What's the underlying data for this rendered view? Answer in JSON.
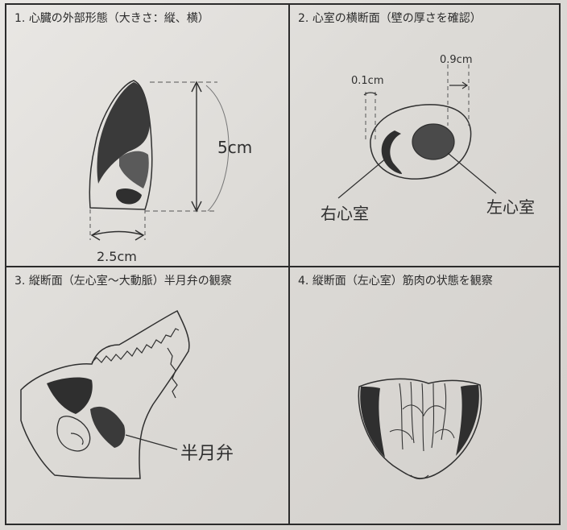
{
  "panels": [
    {
      "number": "1.",
      "title": "心臓の外部形態（大きさ：縦、横）",
      "annotations": {
        "height": "5cm",
        "width": "2.5cm"
      }
    },
    {
      "number": "2.",
      "title": "心室の横断面（壁の厚さを確認）",
      "annotations": {
        "thin_wall": "0.1cm",
        "thick_wall": "0.9cm",
        "right_ventricle": "右心室",
        "left_ventricle": "左心室"
      }
    },
    {
      "number": "3.",
      "title": "縦断面（左心室〜大動脈）半月弁の観察",
      "annotations": {
        "valve": "半月弁"
      }
    },
    {
      "number": "4.",
      "title": "縦断面（左心室）筋肉の状態を観察",
      "annotations": {}
    }
  ]
}
